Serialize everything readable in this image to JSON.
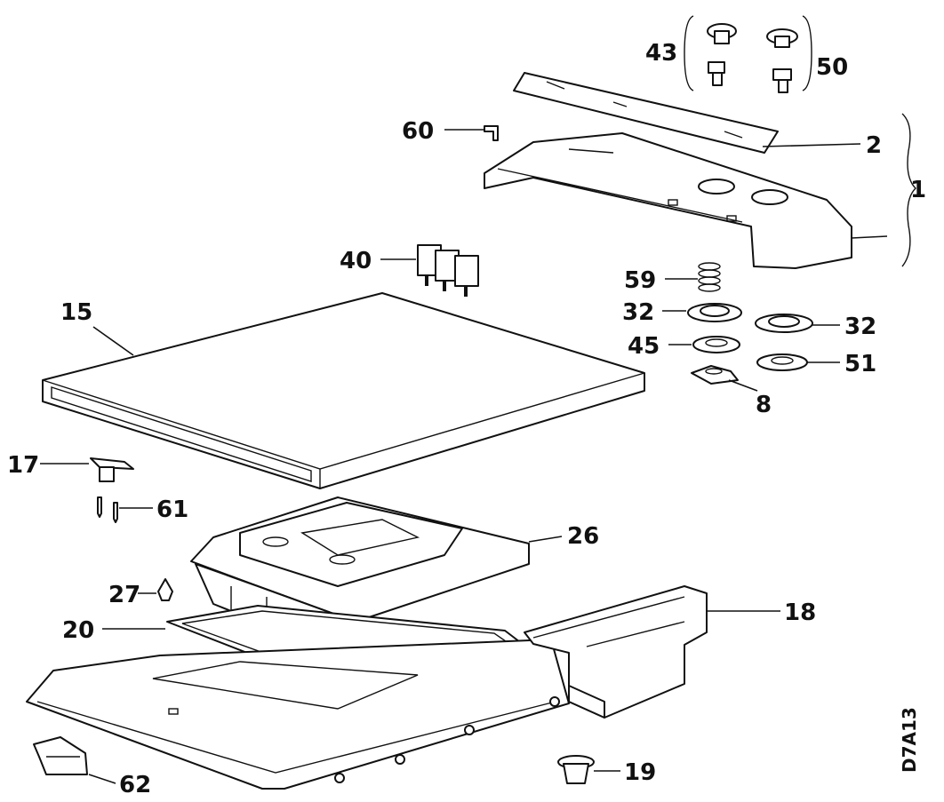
{
  "diagram": {
    "drawing_code": "D7A13",
    "labels": {
      "p1": "1",
      "p2": "2",
      "p8": "8",
      "p15": "15",
      "p17": "17",
      "p18": "18",
      "p19": "19",
      "p20": "20",
      "p26": "26",
      "p27": "27",
      "p32a": "32",
      "p32b": "32",
      "p40": "40",
      "p43": "43",
      "p45": "45",
      "p50": "50",
      "p51": "51",
      "p59": "59",
      "p60": "60",
      "p61": "61",
      "p62": "62"
    }
  }
}
